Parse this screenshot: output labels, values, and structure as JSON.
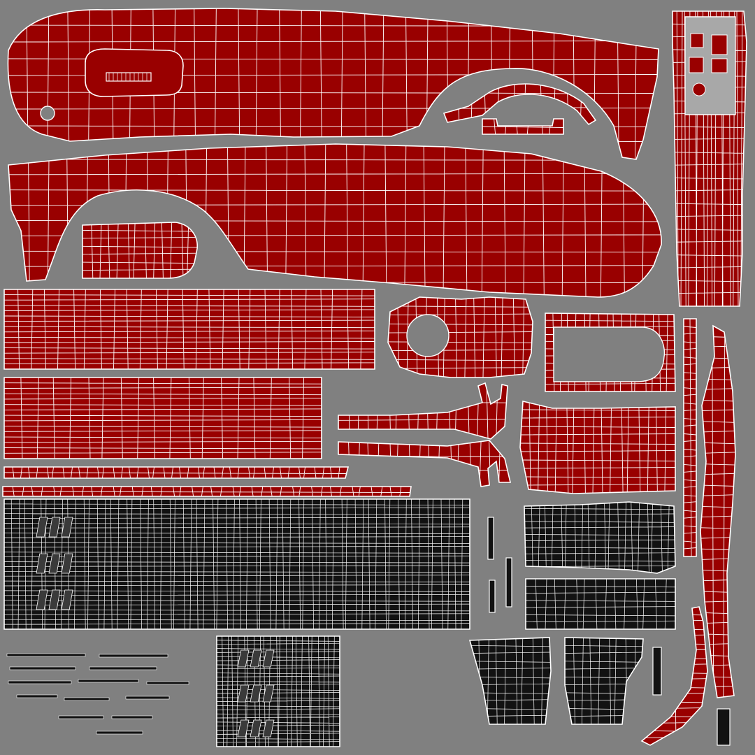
{
  "colors": {
    "background": "#808080",
    "red_island": "#990000",
    "dark_island": "#121212",
    "wire": "#ffffff"
  },
  "islands": [
    {
      "name": "upper-dashboard-panel",
      "material": "red"
    },
    {
      "name": "lower-dashboard-panel",
      "material": "red"
    },
    {
      "name": "dashboard-vent-slot",
      "material": "red"
    },
    {
      "name": "rounded-trim-piece",
      "material": "red"
    },
    {
      "name": "arched-trim-strip",
      "material": "red"
    },
    {
      "name": "bracket-trim-strip",
      "material": "red"
    },
    {
      "name": "center-console-tower",
      "material": "red"
    },
    {
      "name": "long-panel-strip-a",
      "material": "red"
    },
    {
      "name": "long-panel-strip-b",
      "material": "red"
    },
    {
      "name": "thin-strip-a",
      "material": "red"
    },
    {
      "name": "thin-strip-b",
      "material": "red"
    },
    {
      "name": "round-hole-panel",
      "material": "red"
    },
    {
      "name": "frame-panel-with-cutout",
      "material": "red"
    },
    {
      "name": "vertical-thin-strip",
      "material": "red"
    },
    {
      "name": "curved-vertical-piece",
      "material": "red"
    },
    {
      "name": "lever-piece-upper",
      "material": "red"
    },
    {
      "name": "lever-piece-lower",
      "material": "red"
    },
    {
      "name": "curved-side-panel",
      "material": "red"
    },
    {
      "name": "small-curved-strip",
      "material": "red"
    },
    {
      "name": "large-dark-grid-panel",
      "material": "dark"
    },
    {
      "name": "dark-tapered-panel",
      "material": "dark"
    },
    {
      "name": "dark-rect-panel",
      "material": "dark"
    },
    {
      "name": "dark-trapezoid-left",
      "material": "dark"
    },
    {
      "name": "dark-trapezoid-right",
      "material": "dark"
    },
    {
      "name": "small-dark-grid-panel",
      "material": "dark"
    },
    {
      "name": "small-dark-strips",
      "material": "dark"
    }
  ]
}
